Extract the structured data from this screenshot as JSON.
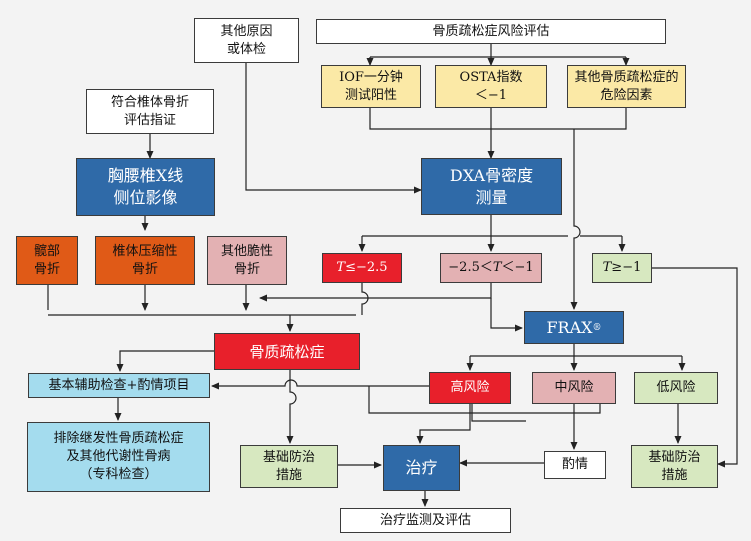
{
  "nodes": {
    "other_causes": [
      "其他原因",
      "或体检"
    ],
    "risk_assessment": "骨质疏松症风险评估",
    "iof": [
      "IOF一分钟",
      "测试阳性"
    ],
    "osta": [
      "OSTA指数",
      "＜−1"
    ],
    "other_risk": [
      "其他骨质疏松症的",
      "危险因素"
    ],
    "vertebral_indication": [
      "符合椎体骨折",
      "评估指证"
    ],
    "spine_xray": [
      "胸腰椎X线",
      "侧位影像"
    ],
    "dxa": [
      "DXA骨密度",
      "测量"
    ],
    "hip_fracture": [
      "髋部",
      "骨折"
    ],
    "vertebral_compression": [
      "椎体压缩性",
      "骨折"
    ],
    "other_fragility": [
      "其他脆性",
      "骨折"
    ],
    "t_low_prefix": "T",
    "t_low_suffix": "≤−2.5",
    "t_mid_prefix": "−2.5＜",
    "t_mid_t": "T",
    "t_mid_suffix": "＜−1",
    "t_high_prefix": "T",
    "t_high_suffix": "≥−1",
    "frax": "FRAX",
    "frax_sup": "®",
    "osteoporosis": "骨质疏松症",
    "basic_exam": "基本辅助检查+酌情项目",
    "exclude_secondary": [
      "排除继发性骨质疏松症",
      "及其他代谢性骨病",
      "（专科检查）"
    ],
    "high_risk": "高风险",
    "mid_risk": "中风险",
    "low_risk": "低风险",
    "basic_prevention_left": [
      "基础防治",
      "措施"
    ],
    "treatment": "治疗",
    "discretion": "酌情",
    "basic_prevention_right": [
      "基础防治",
      "措施"
    ],
    "monitoring": "治疗监测及评估"
  },
  "colors": {
    "white": "#ffffff",
    "yellow": "#fbe9a6",
    "blue": "#2f6aa8",
    "orange": "#e05a17",
    "pink": "#e3b1b3",
    "red": "#e8202b",
    "light_green": "#d7e8c0",
    "light_blue": "#a4dcee"
  }
}
